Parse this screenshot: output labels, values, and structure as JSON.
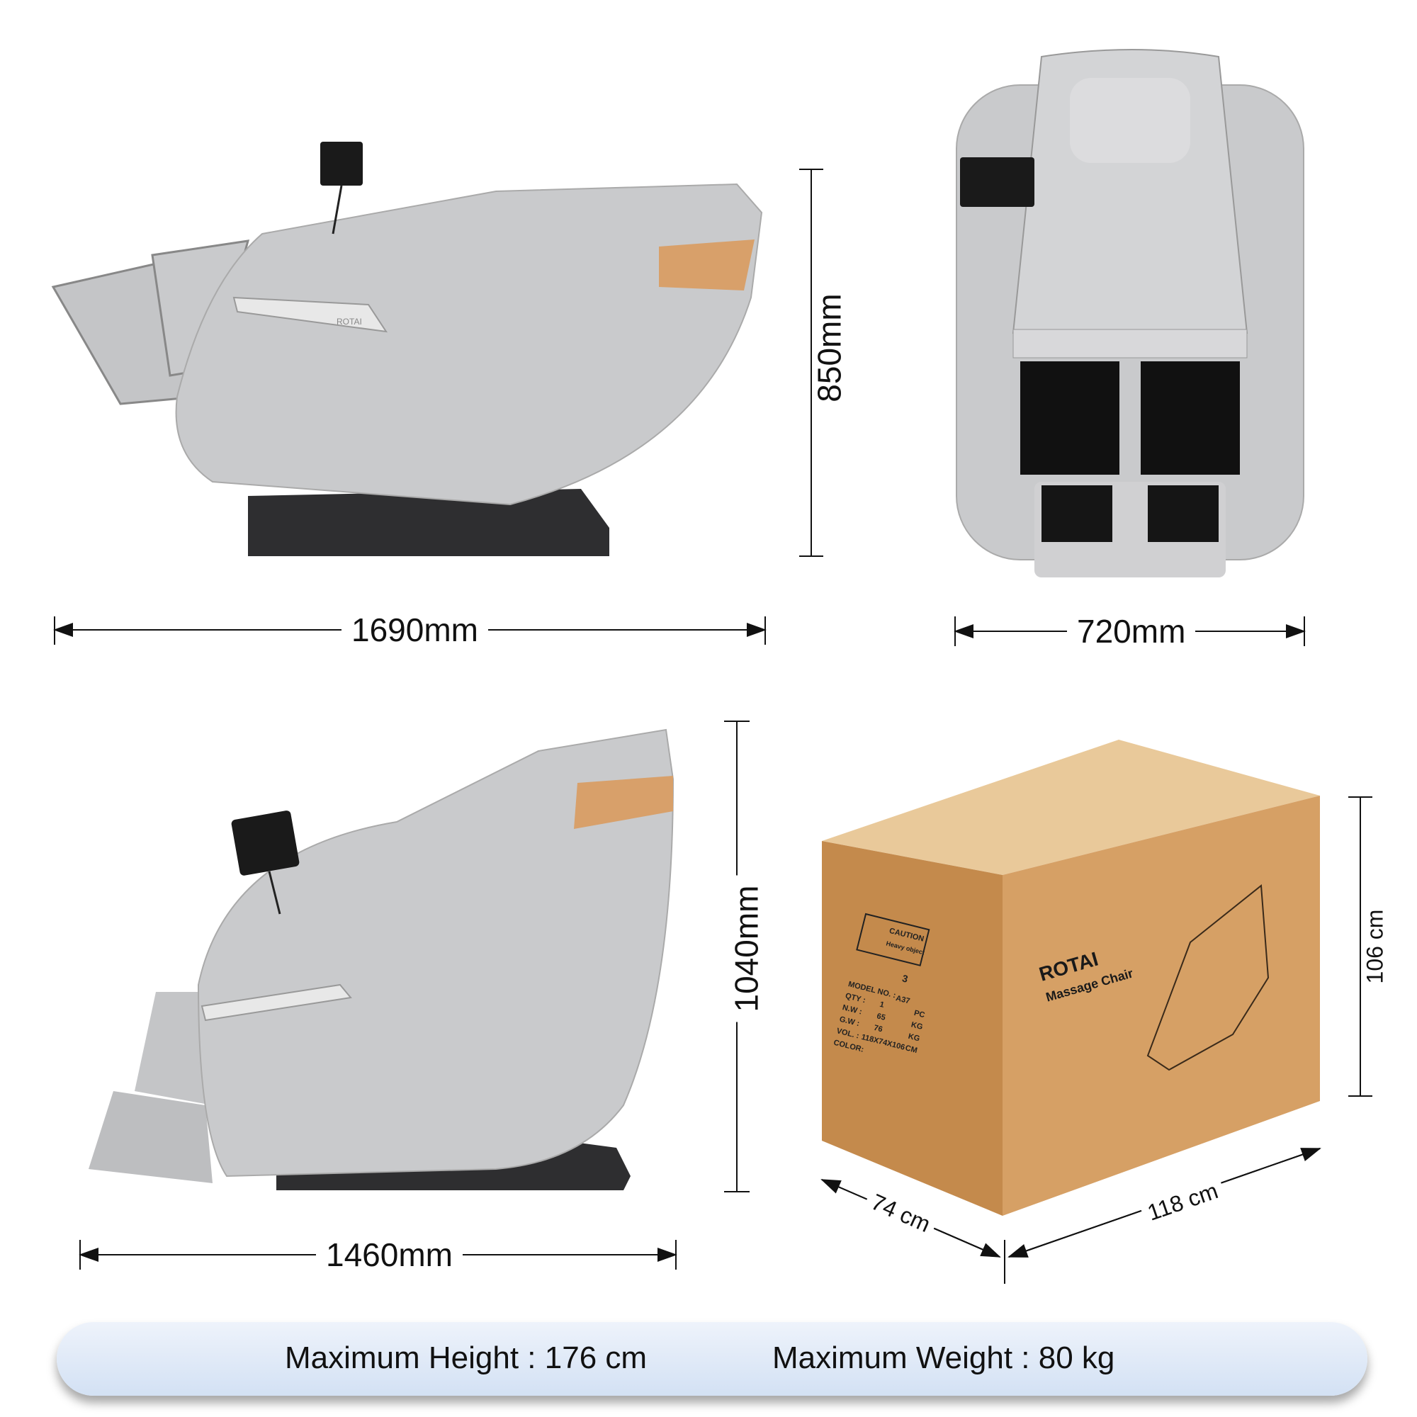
{
  "dimensions": {
    "reclined_length": "1690mm",
    "reclined_height": "850mm",
    "width": "720mm",
    "upright_length": "1460mm",
    "upright_height": "1040mm"
  },
  "package": {
    "depth": "74 cm",
    "length": "118 cm",
    "height": "106 cm",
    "brand": "ROTAI",
    "product": "Massage Chair",
    "caution_title": "CAUTION",
    "caution_text": "Heavy object",
    "label": {
      "model_no_label": "MODEL NO. :",
      "model_no": "A37",
      "qty_label": "QTY :",
      "qty": "1",
      "qty_unit": "PC",
      "nw_label": "N.W :",
      "nw": "65",
      "nw_unit": "KG",
      "gw_label": "G.W :",
      "gw": "76",
      "gw_unit": "KG",
      "vol_label": "VOL. :",
      "vol": "118X74X106",
      "vol_unit": "CM",
      "color_label": "COLOR:",
      "stack_limit": "3"
    }
  },
  "chair_brand": "ROTAI",
  "specs": {
    "max_height": "Maximum Height :  176 cm",
    "max_weight": "Maximum Weight : 80 kg"
  },
  "colors": {
    "chair_gray": "#c9cacc",
    "accent_gold": "#d8a06a",
    "base_black": "#2e2e30",
    "box_front": "#c48a4c",
    "box_side": "#d6a065",
    "box_top": "#e9c99a",
    "banner": "#dfe8f6"
  }
}
